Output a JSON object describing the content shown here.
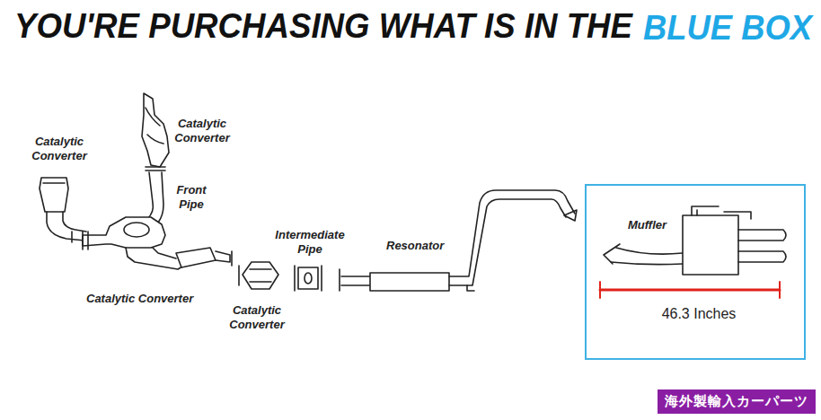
{
  "diagram": {
    "title": "YOU'RE PURCHASING WHAT IS IN THE",
    "nodes": [
      {
        "text": [
          "Muffler",
          "46.3 Inches"
        ]
      }
    ],
    "labels": [
      "BLUE BOX",
      "Catalytic Converter",
      "Catalytic Converter",
      "Front Pipe",
      "Intermediate Pipe",
      "Resonator",
      "Catalytic Converter",
      "Catalytic Converter",
      "海外製輸入カーパーツ"
    ]
  }
}
